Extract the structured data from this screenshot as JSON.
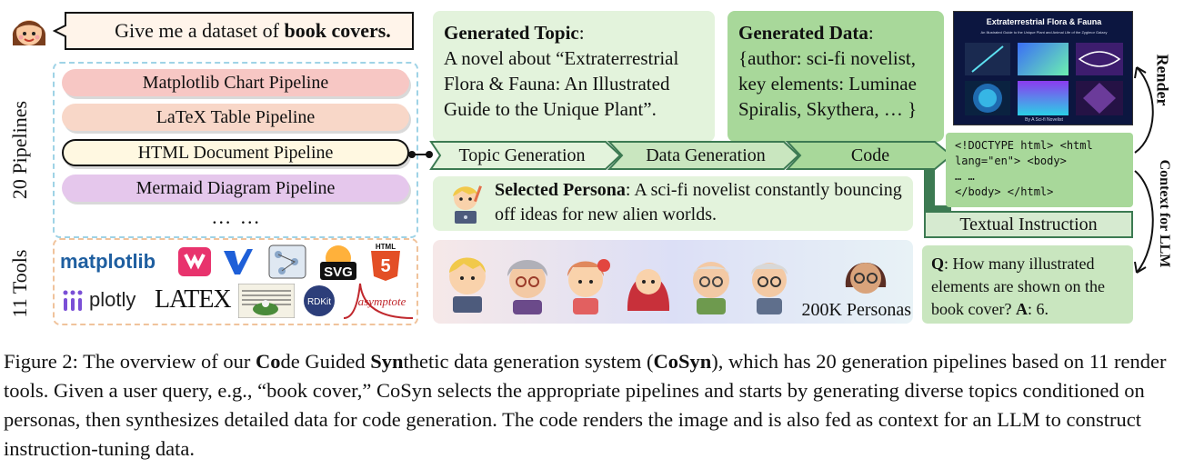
{
  "query": {
    "text_prefix": "Give me a dataset of ",
    "text_bold": "book covers."
  },
  "pipelines": {
    "count_label": "20 Pipelines",
    "items": [
      "Matplotlib Chart Pipeline",
      "LaTeX Table Pipeline",
      "HTML Document Pipeline",
      "Mermaid Diagram Pipeline"
    ],
    "more": "… …"
  },
  "tools": {
    "count_label": "11 Tools",
    "names": [
      "matplotlib",
      "plotly",
      "LATEX",
      "SVG",
      "HTML",
      "RDKit",
      "asymptote"
    ]
  },
  "topic": {
    "heading": "Generated Topic",
    "colon": ":",
    "body": "A novel about “Extraterrestrial Flora & Fauna: An Illustrated Guide to the Unique Plant”."
  },
  "data": {
    "heading": "Generated Data",
    "colon": ":",
    "body": "{author: sci-fi novelist, key elements: Luminae Spiralis, Skythera, … }"
  },
  "flow": {
    "steps": [
      "Topic Generation",
      "Data Generation",
      "Code"
    ]
  },
  "persona": {
    "heading": "Selected Persona",
    "body": ": A sci-fi novelist constantly bouncing off ideas for new alien worlds.",
    "count": "200K Personas"
  },
  "cover": {
    "title": "Extraterrestrial Flora & Fauna",
    "subtitle": "An Illustrated Guide to the Unique Plant and Animal Life of the Zyglmor Galaxy",
    "author": "By A Sci-fi Novelist"
  },
  "code": {
    "lines": [
      "<!DOCTYPE html> <html",
      "lang=\"en\"> <body>",
      "… …",
      "</body> </html>"
    ]
  },
  "instruction_label": "Textual Instruction",
  "qa": {
    "q_label": "Q",
    "q_text": ": How many illustrated elements are shown on the book cover? ",
    "a_label": "A",
    "a_text": ": 6."
  },
  "side_labels": {
    "render": "Render",
    "context": "Context for LLM"
  },
  "caption": {
    "p1": "Figure 2: The overview of our ",
    "b1": "Co",
    "p2": "de Guided ",
    "b2": "Syn",
    "p3": "thetic data generation system (",
    "b3": "CoSyn",
    "p4": "), which has 20 generation pipelines based on 11 render tools. Given a user query, e.g., “book cover,” CoSyn selects the appropriate pipelines and starts by generating diverse topics conditioned on personas, then synthesizes detailed data for code generation. The code renders the image and is also fed as context for an LLM to construct instruction-tuning data."
  },
  "colors": {
    "green_light": "#e3f3dc",
    "green_mid": "#a8d89a",
    "green_dark": "#3c7a52"
  }
}
